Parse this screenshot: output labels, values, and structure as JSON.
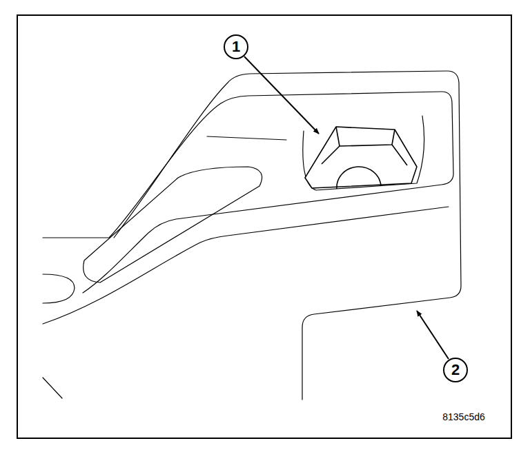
{
  "diagram": {
    "labels": [
      "1",
      "2",
      "8135c5d6"
    ]
  }
}
